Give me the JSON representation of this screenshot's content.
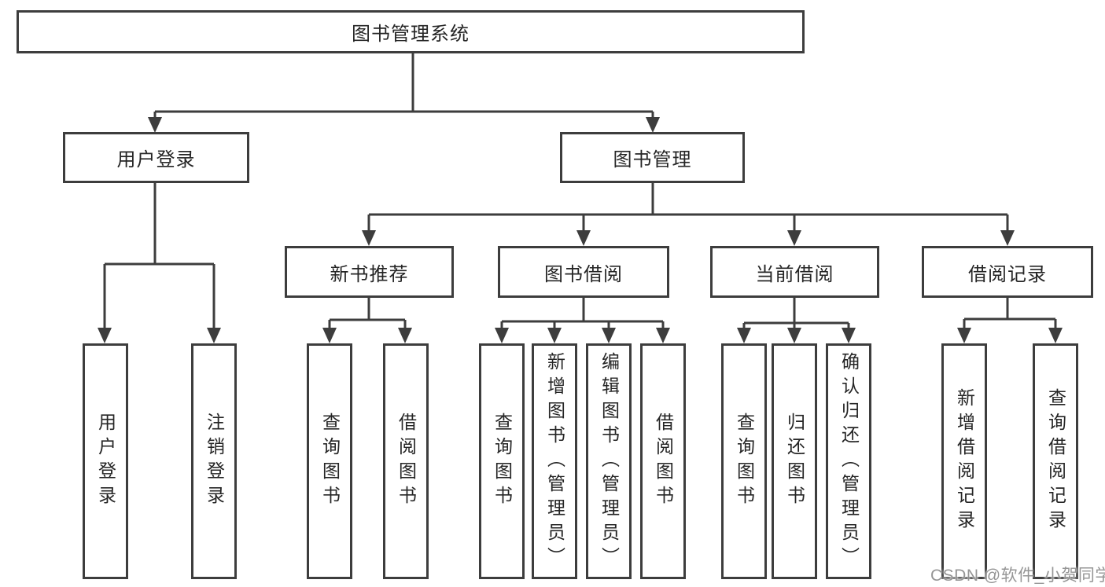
{
  "tree": {
    "label": "图书管理系统",
    "children": [
      {
        "label": "用户登录",
        "children": [
          {
            "label": "用户登录"
          },
          {
            "label": "注销登录"
          }
        ]
      },
      {
        "label": "图书管理",
        "children": [
          {
            "label": "新书推荐",
            "children": [
              {
                "label": "查询图书"
              },
              {
                "label": "借阅图书"
              }
            ]
          },
          {
            "label": "图书借阅",
            "children": [
              {
                "label": "查询图书"
              },
              {
                "label": "新增图书（管理员）"
              },
              {
                "label": "编辑图书（管理员）"
              },
              {
                "label": "借阅图书"
              }
            ]
          },
          {
            "label": "当前借阅",
            "children": [
              {
                "label": "查询图书"
              },
              {
                "label": "归还图书"
              },
              {
                "label": "确认归还（管理员）"
              }
            ]
          },
          {
            "label": "借阅记录",
            "children": [
              {
                "label": "新增借阅记录"
              },
              {
                "label": "查询借阅记录"
              }
            ]
          }
        ]
      }
    ]
  },
  "watermark": {
    "text": "CSDN @软件_小贺同学"
  },
  "colors": {
    "line": "#3d3d3d",
    "text": "#252525",
    "background": "#ffffff",
    "watermark": "#8c8c8c"
  }
}
